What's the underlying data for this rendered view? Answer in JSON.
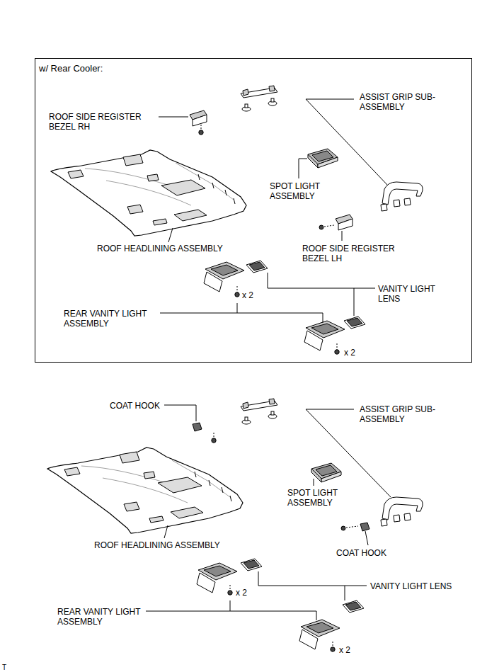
{
  "diagram": {
    "nodes": [
      {
        "text": [
          "w/ Rear Cooler:"
        ]
      }
    ],
    "labels": [
      "ROOF SIDE REGISTER BEZEL RH",
      "ASSIST GRIP SUB- ASSEMBLY",
      "SPOT LIGHT ASSEMBLY",
      "ROOF HEADLINING ASSEMBLY",
      "ROOF SIDE REGISTER BEZEL LH",
      "x 2",
      "VANITY LIGHT LENS",
      "REAR VANITY LIGHT ASSEMBLY",
      "x 2",
      "COAT HOOK",
      "ASSIST GRIP SUB- ASSEMBLY",
      "SPOT LIGHT ASSEMBLY",
      "ROOF HEADLINING ASSEMBLY",
      "COAT HOOK",
      "x 2",
      "VANITY LIGHT LENS",
      "REAR VANITY LIGHT ASSEMBLY",
      "x 2",
      "T"
    ]
  }
}
